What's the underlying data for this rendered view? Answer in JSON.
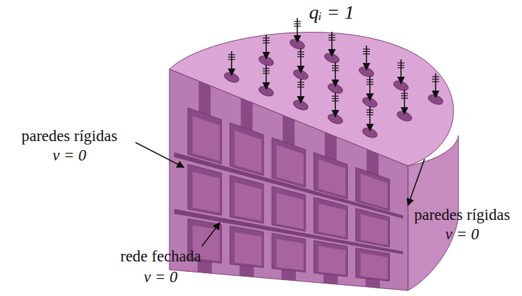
{
  "diagram": {
    "labels": [
      "qᵢ = 1",
      "paredes rígidas",
      "v = 0",
      "paredes rígidas",
      "v = 0",
      "rede fechada",
      "v = 0"
    ]
  }
}
